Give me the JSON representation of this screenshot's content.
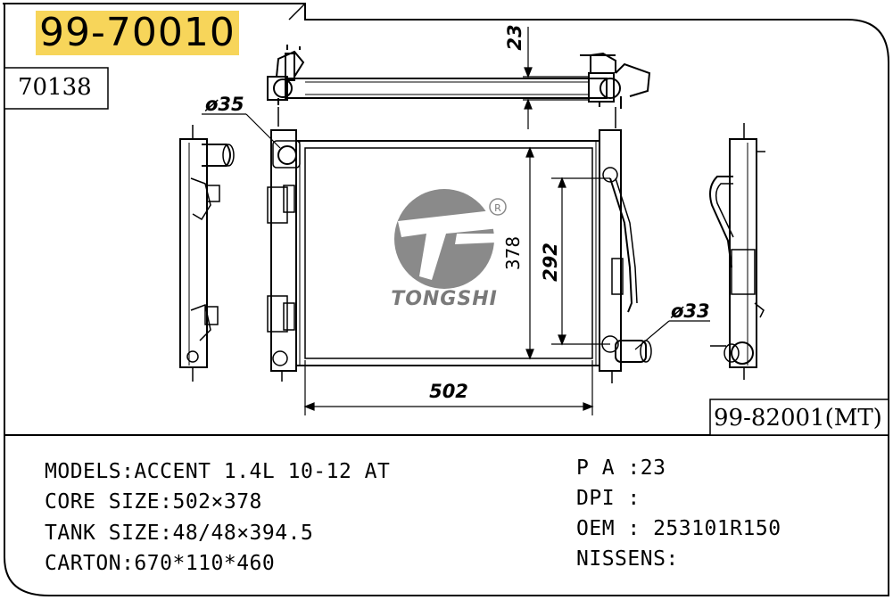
{
  "header": {
    "part_number": "99-70010",
    "alt_number": "70138",
    "cross_ref": "99-82001(MT)"
  },
  "drawing": {
    "dimensions": {
      "top_offset": "23",
      "inlet_diameter": "ø35",
      "outlet_diameter": "ø33",
      "core_height": "378",
      "inner_height": "292",
      "core_width": "502"
    },
    "logo": {
      "brand": "TONGSHI",
      "registered_mark": "R",
      "color": "#7a7a7a"
    }
  },
  "specs_left": {
    "models": "MODELS:ACCENT 1.4L 10-12 AT",
    "core_size": "CORE SIZE:502×378",
    "tank_size": "TANK SIZE:48/48×394.5",
    "carton": "CARTON:670*110*460"
  },
  "specs_right": {
    "pa": "P A :23",
    "dpi": "DPI :",
    "oem": "OEM : 253101R150",
    "nissens": "NISSENS:"
  }
}
